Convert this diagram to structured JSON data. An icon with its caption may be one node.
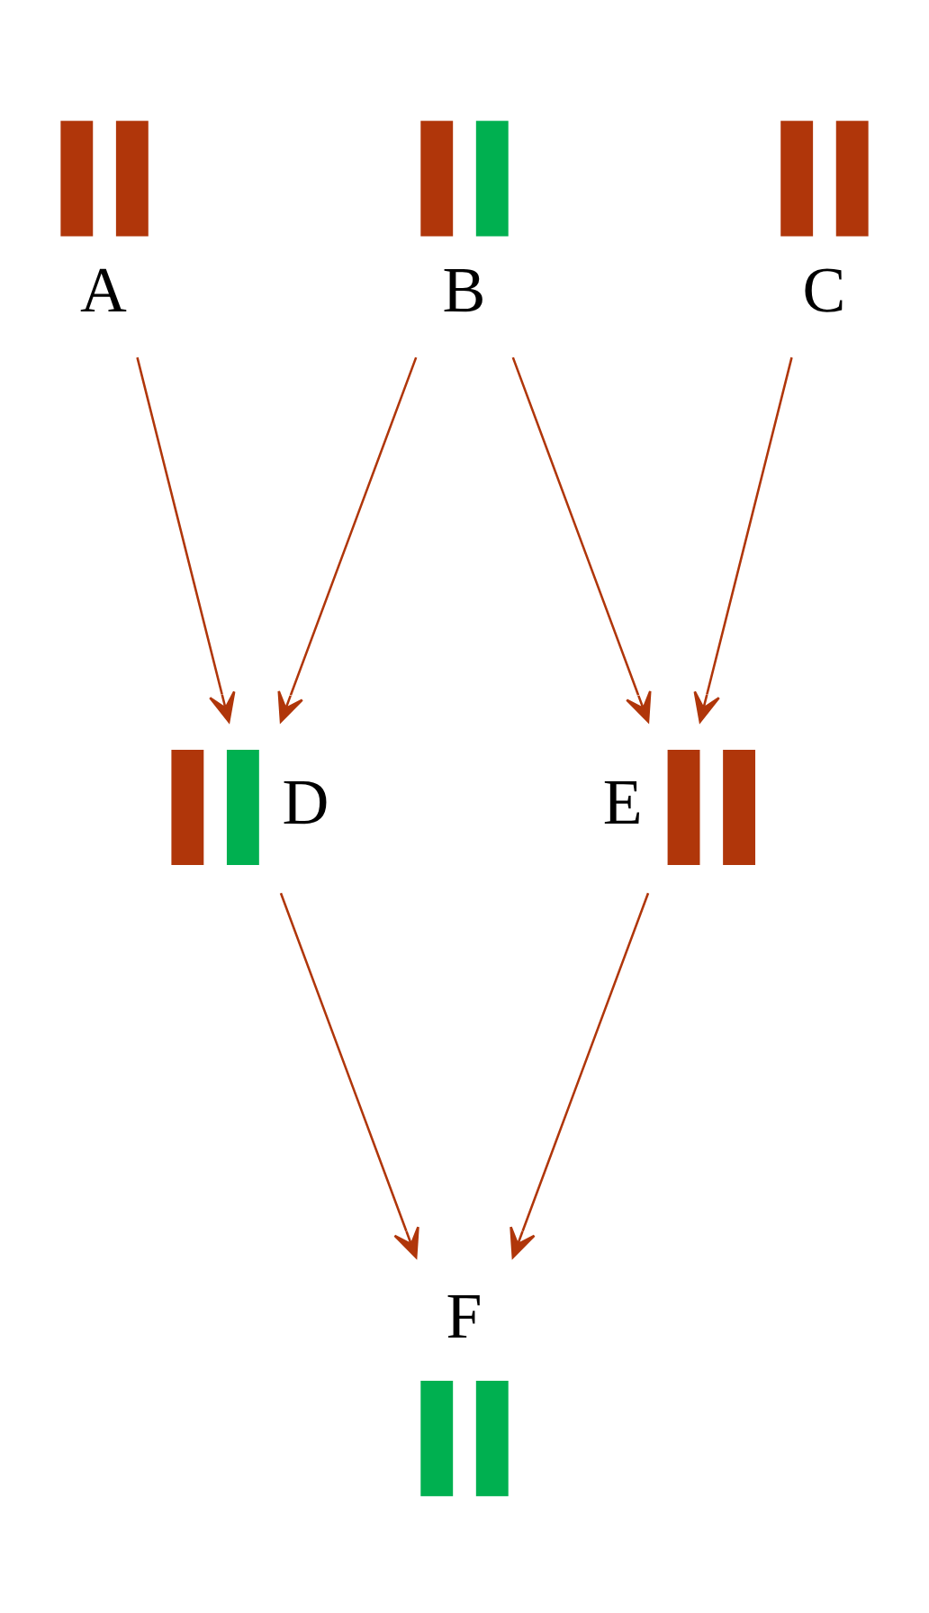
{
  "diagram": {
    "nodes": [
      {
        "text": [
          "A"
        ]
      },
      {
        "text": [
          "B"
        ]
      },
      {
        "text": [
          "C"
        ]
      },
      {
        "text": [
          "D"
        ]
      },
      {
        "text": [
          "E"
        ]
      },
      {
        "text": [
          "F"
        ]
      }
    ],
    "edges": [
      {
        "from": 0,
        "to": 3,
        "arrow": "to"
      },
      {
        "from": 1,
        "to": 3,
        "arrow": "to"
      },
      {
        "from": 1,
        "to": 4,
        "arrow": "to"
      },
      {
        "from": 2,
        "to": 4,
        "arrow": "to"
      },
      {
        "from": 3,
        "to": 5,
        "arrow": "to"
      },
      {
        "from": 4,
        "to": 5,
        "arrow": "to"
      }
    ]
  }
}
